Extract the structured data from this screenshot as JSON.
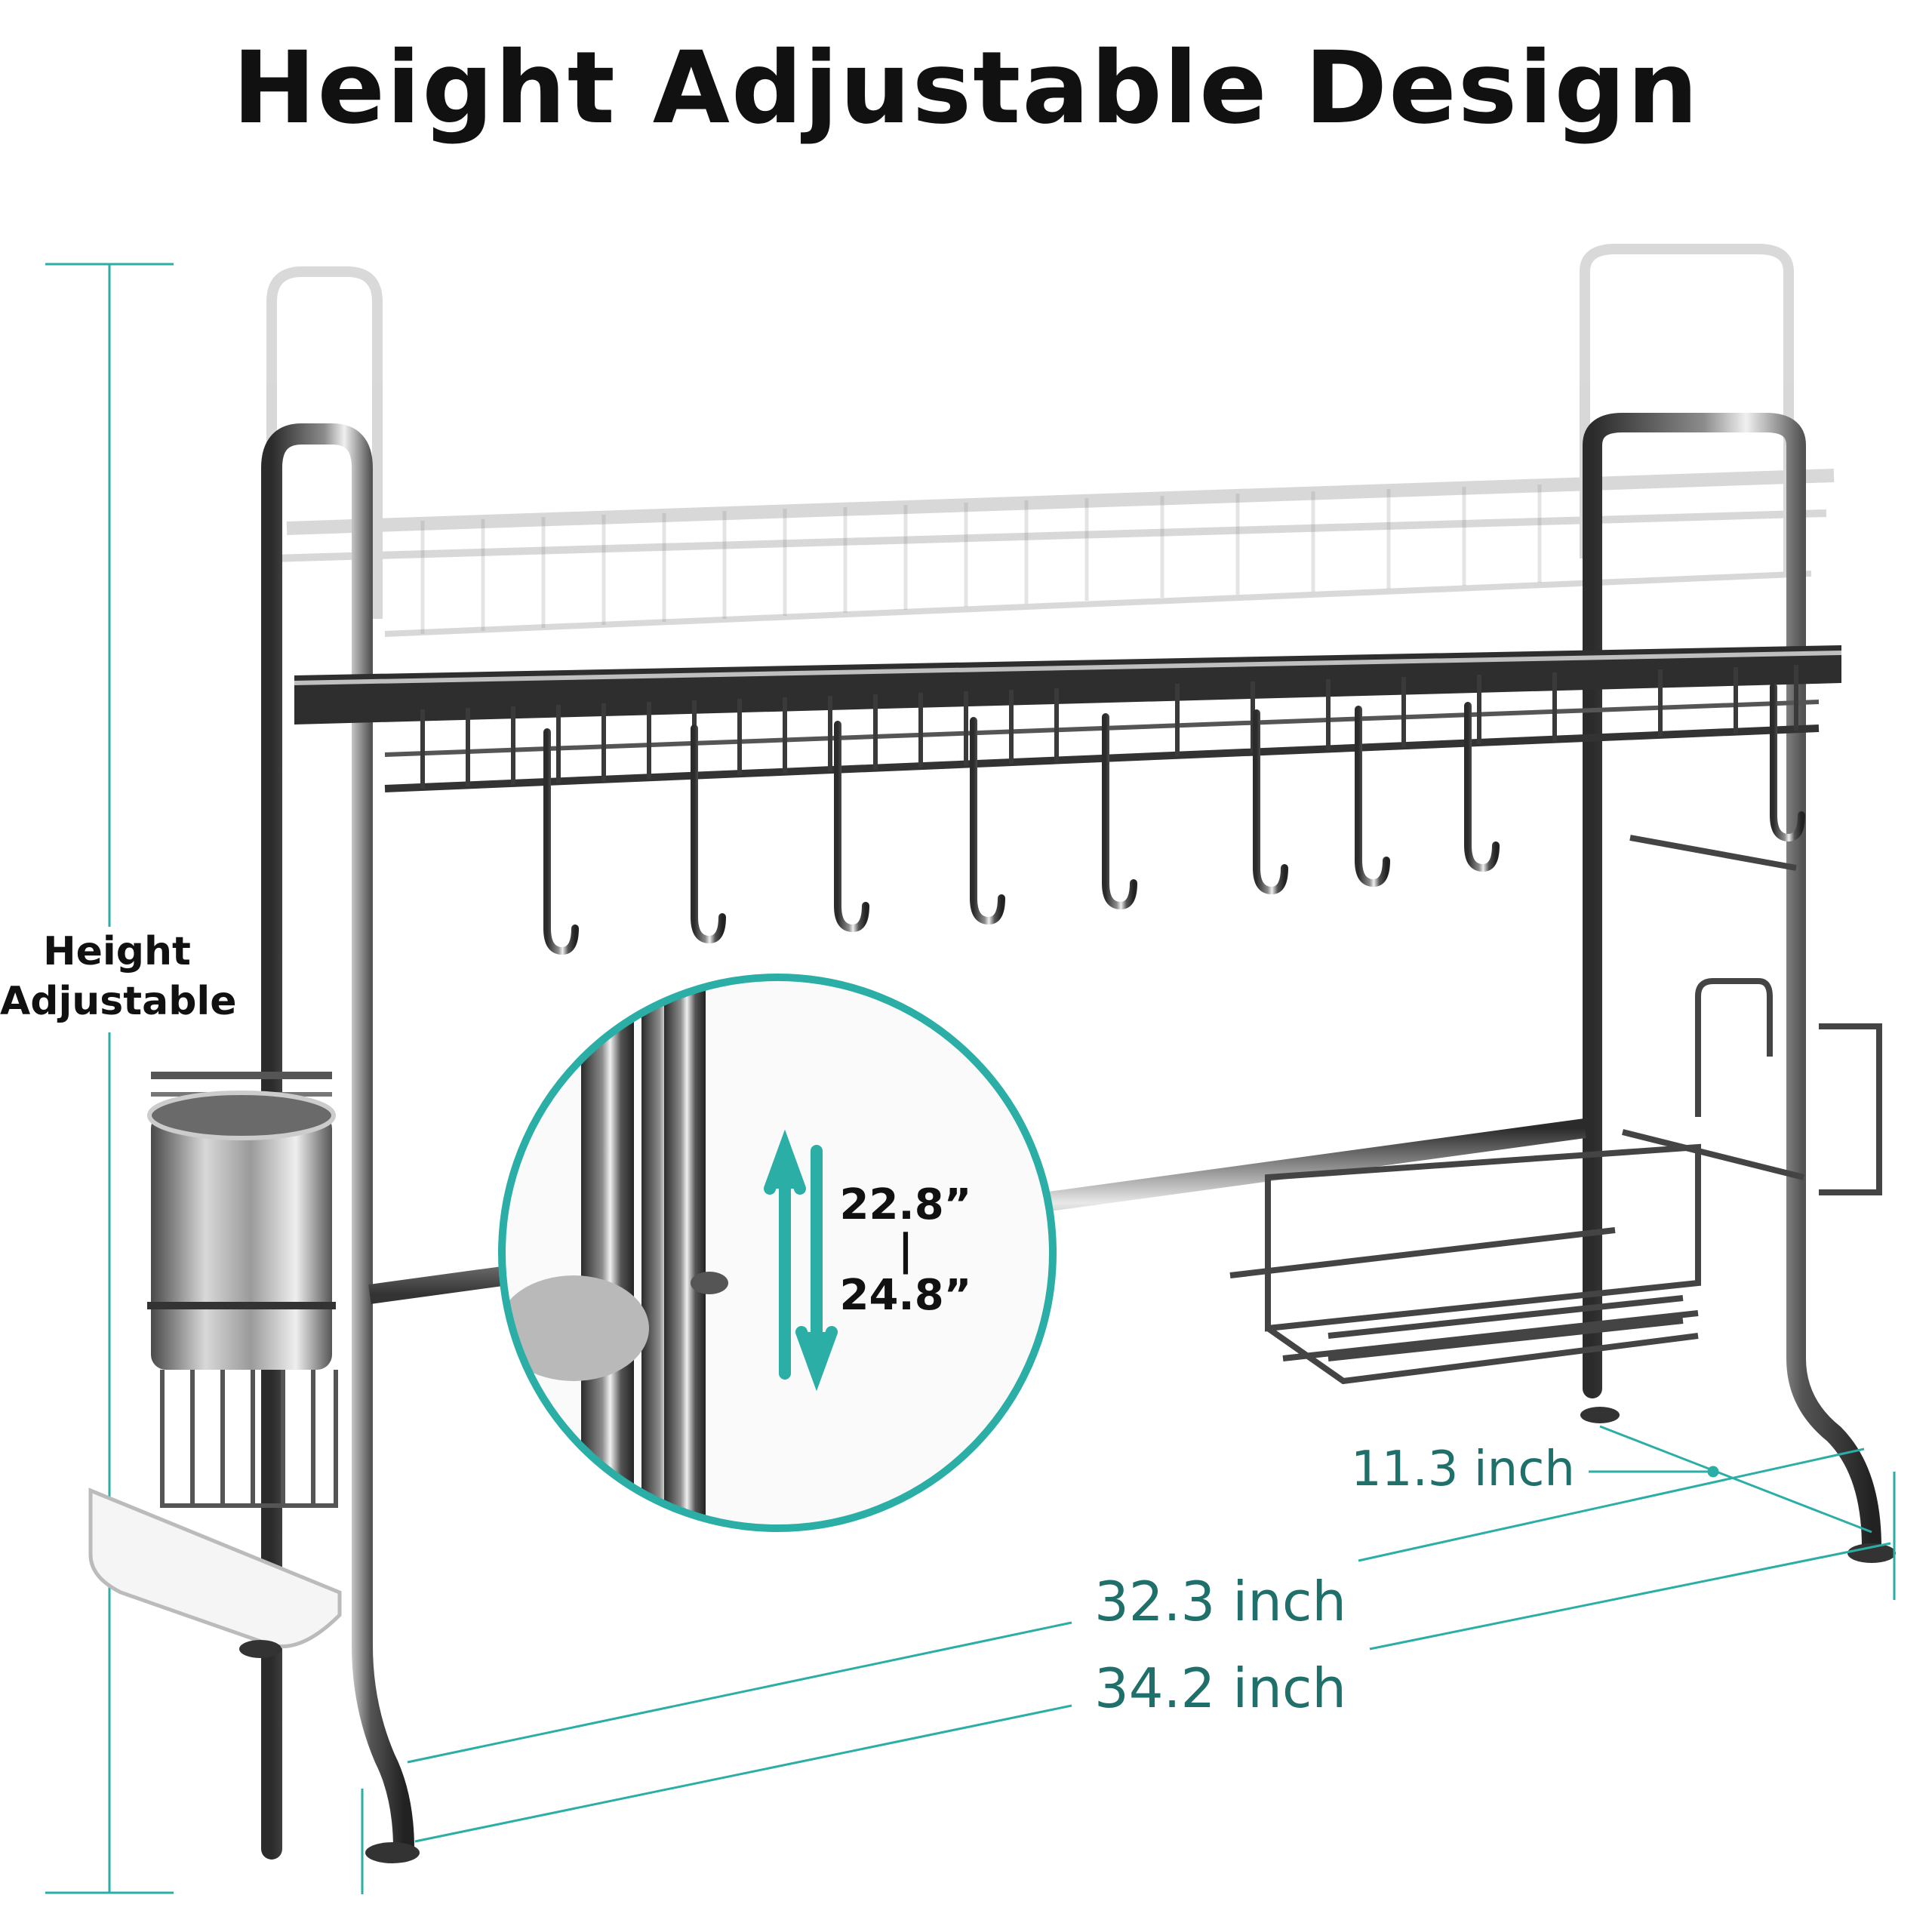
{
  "title": "Height Adjustable Design",
  "side_label": {
    "line1": "Height",
    "line2": "Adjustable"
  },
  "range": {
    "min": "22.8”",
    "separator": "|",
    "max": "24.8”"
  },
  "dimensions": {
    "depth": "11.3 inch",
    "inner_width": "32.3 inch",
    "outer_width": "34.2 inch"
  },
  "colors": {
    "accent": "#2aaea5",
    "dimension_text": "#1f6f6a",
    "metal_dark": "#3a3a3a",
    "metal_light": "#c9c9c9"
  }
}
